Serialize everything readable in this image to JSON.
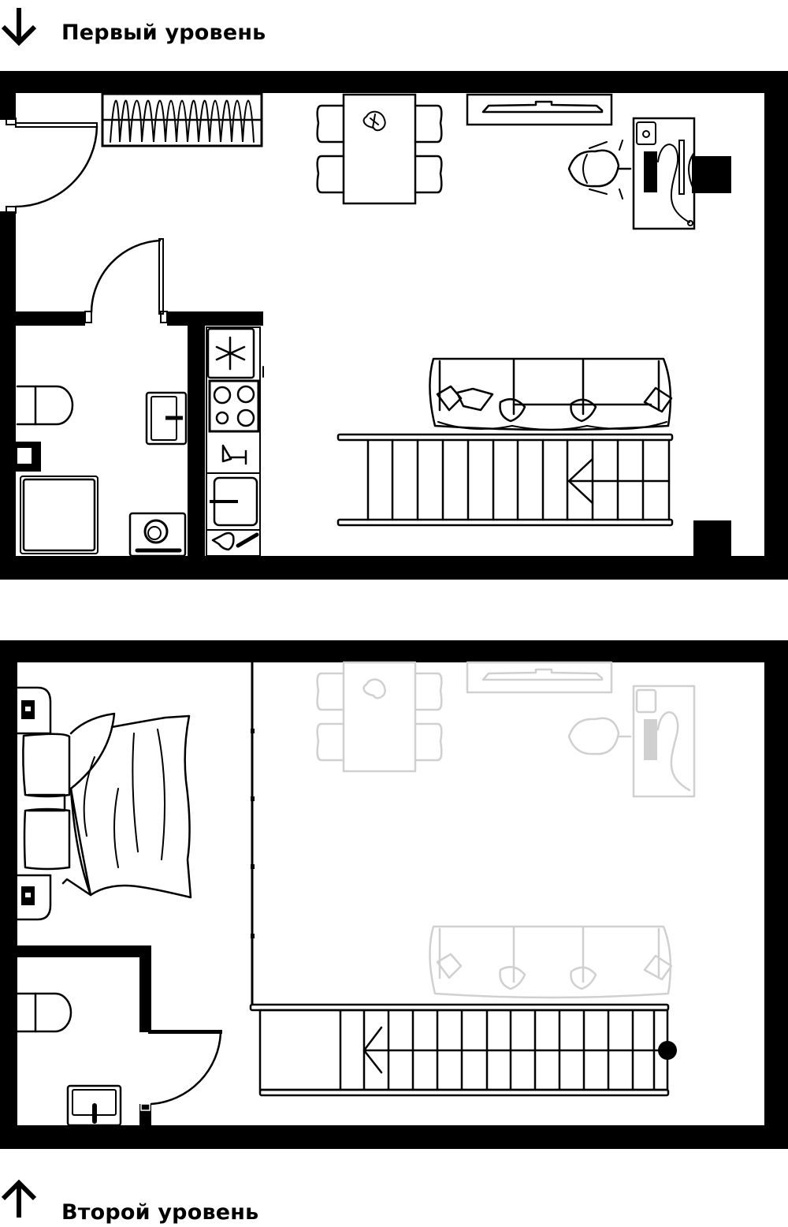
{
  "levels": [
    {
      "id": "first",
      "label": "Первый уровень",
      "arrow": "arrow-down-icon"
    },
    {
      "id": "second",
      "label": "Второй уровень",
      "arrow": "arrow-up-icon"
    }
  ],
  "colors": {
    "wall": "#000000",
    "line": "#000000",
    "ghost": "#d0d0d0",
    "background": "#ffffff"
  },
  "first_level": {
    "rooms": [
      "hallway",
      "bathroom",
      "kitchen",
      "living-room"
    ],
    "furniture": [
      "wardrobe",
      "dining-table",
      "dining-chairs",
      "tv-unit",
      "desk",
      "office-chair",
      "monitor",
      "sofa",
      "staircase",
      "toilet",
      "bathroom-sink",
      "shower-tray",
      "washing-machine",
      "fridge",
      "cooktop",
      "kitchen-tap",
      "kitchen-sink",
      "utensils"
    ]
  },
  "second_level": {
    "rooms": [
      "bedroom",
      "bathroom",
      "mezzanine-void"
    ],
    "furniture": [
      "double-bed",
      "bedside-tables",
      "toilet",
      "bathroom-sink",
      "staircase"
    ],
    "ghost_furniture_below": [
      "dining-table",
      "tv-unit",
      "desk",
      "office-chair",
      "sofa"
    ]
  }
}
